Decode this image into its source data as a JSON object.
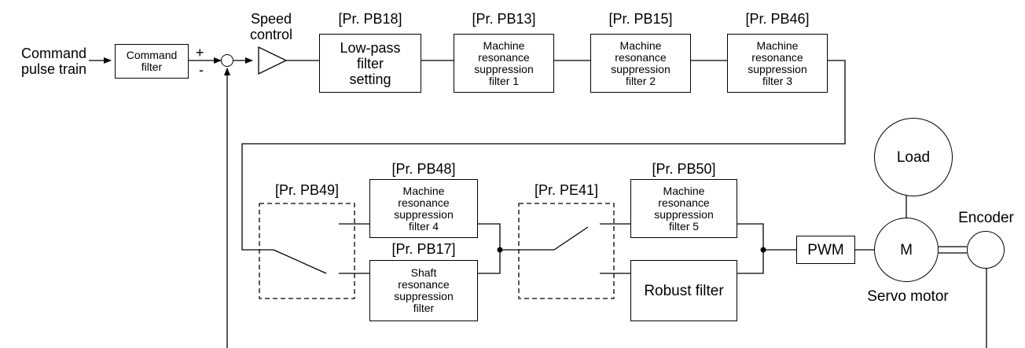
{
  "input_label": "Command\npulse train",
  "command_filter_label": "Command\nfilter",
  "sum_plus": "+",
  "sum_minus": "-",
  "speed_control_label": "Speed\ncontrol",
  "params": {
    "pb18": "[Pr. PB18]",
    "pb13": "[Pr. PB13]",
    "pb15": "[Pr. PB15]",
    "pb46": "[Pr. PB46]",
    "pb48": "[Pr. PB48]",
    "pb49": "[Pr. PB49]",
    "pb17": "[Pr. PB17]",
    "pe41": "[Pr. PE41]",
    "pb50": "[Pr. PB50]"
  },
  "blocks": {
    "low_pass": "Low-pass\nfilter\nsetting",
    "mrs1": "Machine\nresonance\nsuppression\nfilter 1",
    "mrs2": "Machine\nresonance\nsuppression\nfilter 2",
    "mrs3": "Machine\nresonance\nsuppression\nfilter 3",
    "mrs4": "Machine\nresonance\nsuppression\nfilter 4",
    "shaft": "Shaft\nresonance\nsuppression\nfilter",
    "mrs5": "Machine\nresonance\nsuppression\nfilter 5",
    "robust": "Robust filter",
    "pwm": "PWM"
  },
  "motor_symbol": "M",
  "load_label": "Load",
  "encoder_label": "Encoder",
  "servo_motor_label": "Servo motor"
}
